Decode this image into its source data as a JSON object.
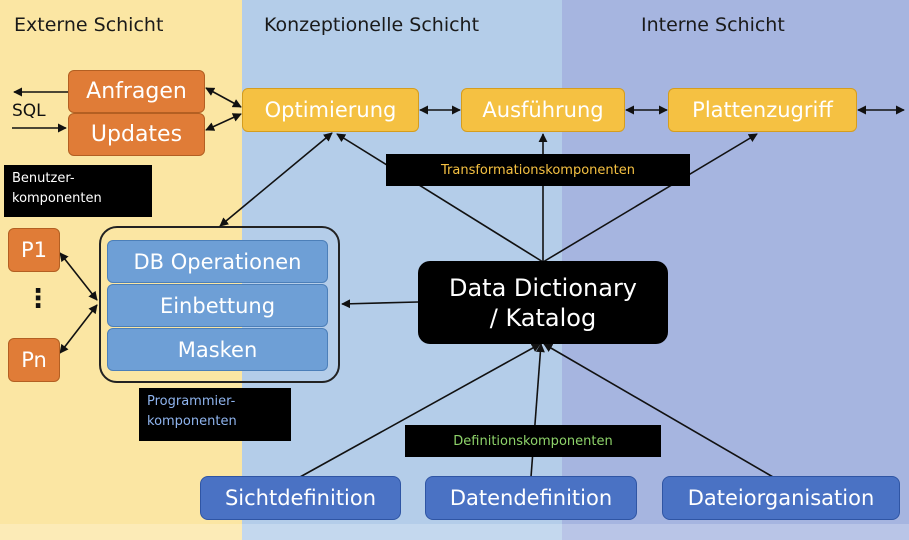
{
  "headings": {
    "external": "Externe Schicht",
    "conceptual": "Konzeptionelle Schicht",
    "internal": "Interne Schicht"
  },
  "user_components": {
    "sql_label": "SQL",
    "queries": "Anfragen",
    "updates": "Updates",
    "label_line1": "Benutzer-",
    "label_line2": "komponenten"
  },
  "programs": {
    "p1": "P1",
    "dots": "⋮",
    "pn": "Pn"
  },
  "programming_components": {
    "db_operations": "DB Operationen",
    "embedding": "Einbettung",
    "masks": "Masken",
    "label_line1": "Programmier-",
    "label_line2": "komponenten"
  },
  "transformation_components": {
    "optimization": "Optimierung",
    "execution": "Ausführung",
    "disk_access": "Plattenzugriff",
    "label": "Transformationskomponenten"
  },
  "data_dictionary": {
    "line1": "Data Dictionary",
    "line2": "/ Katalog"
  },
  "definition_components": {
    "view_definition": "Sichtdefinition",
    "data_definition": "Datendefinition",
    "file_organization": "Dateiorganisation",
    "label": "Definitionskomponenten"
  },
  "colors": {
    "external_band": "#fbe6a3",
    "conceptual_band": "#b4cde9",
    "internal_band": "#a6b5e0",
    "orange_box": "#e07c37",
    "yellow_box": "#f5c142",
    "blue_box": "#4a72c4",
    "stack_box": "#6e9fd6",
    "transformation_label_text": "#f5c142",
    "programming_label_text": "#8fb4ee",
    "definition_label_text": "#8ed36a"
  }
}
